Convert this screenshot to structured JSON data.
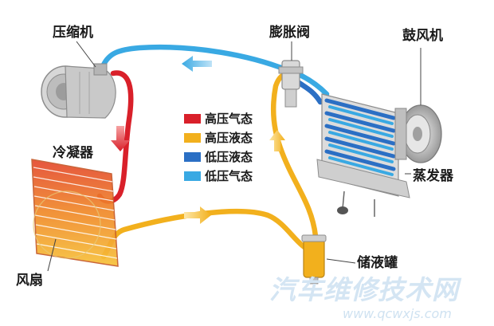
{
  "labels": {
    "compressor": "压缩机",
    "expansion_valve": "膨胀阀",
    "blower": "鼓风机",
    "condenser": "冷凝器",
    "evaporator": "蒸发器",
    "receiver_drier": "储液罐",
    "fan": "风扇"
  },
  "legend": [
    {
      "label": "高压气态",
      "color": "#d9202a"
    },
    {
      "label": "高压液态",
      "color": "#f2b01d"
    },
    {
      "label": "低压液态",
      "color": "#2b6fc4"
    },
    {
      "label": "低压气态",
      "color": "#39a9e3"
    }
  ],
  "watermark": {
    "text": "汽车维修技术网",
    "url": "www.qcwxjs.com"
  }
}
